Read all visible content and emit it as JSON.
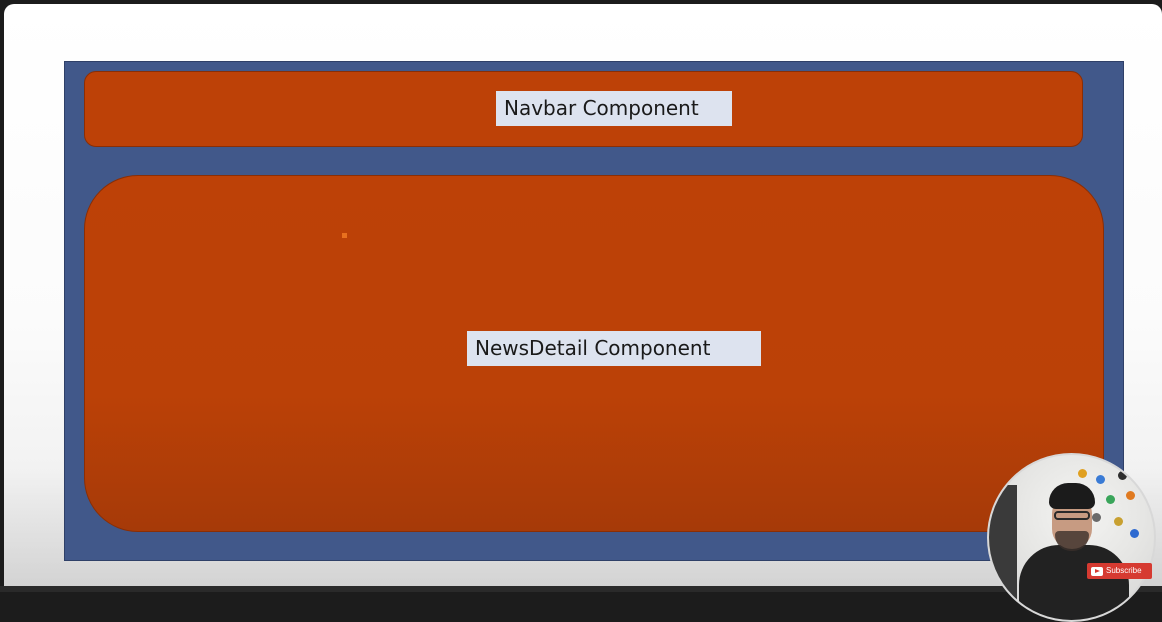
{
  "diagram": {
    "navbar_label": "Navbar Component",
    "content_label": "NewsDetail Component"
  },
  "overlay": {
    "subscribe_label": "Subscribe",
    "subscribe_icon": "youtube-play-icon"
  },
  "colors": {
    "frame": "#41588a",
    "component_fill": "#bd4107",
    "label_bg": "#dde3ef",
    "subscribe_red": "#d63a31"
  }
}
